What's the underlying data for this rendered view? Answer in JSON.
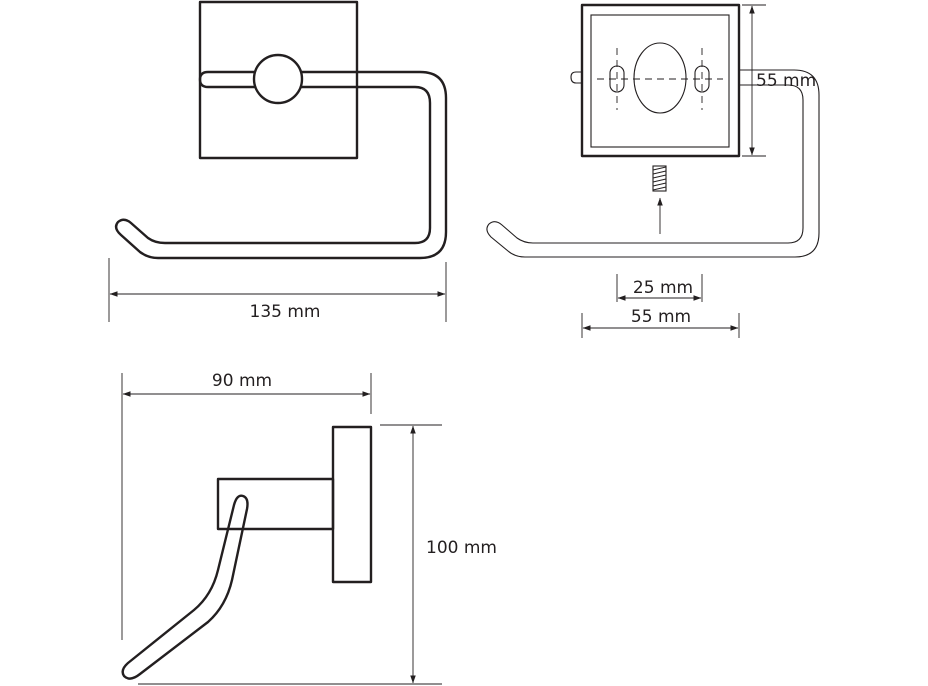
{
  "dimensions": {
    "front_width": "135 mm",
    "mount_height": "55 mm",
    "hole_spacing": "25 mm",
    "mount_width": "55 mm",
    "side_depth": "90 mm",
    "side_height": "100 mm"
  }
}
